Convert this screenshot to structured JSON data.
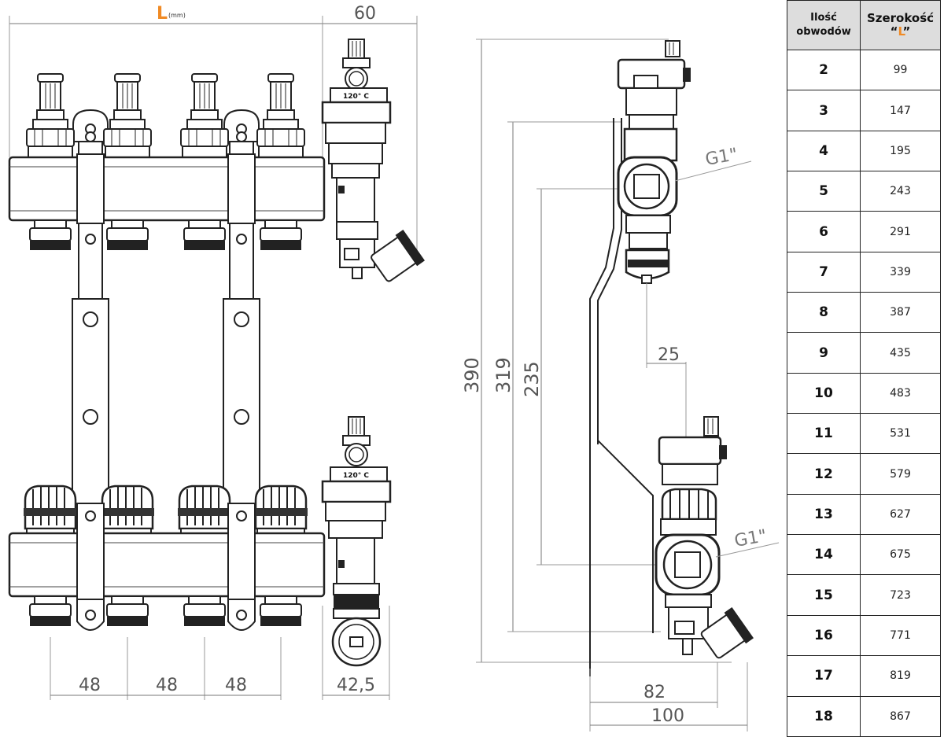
{
  "front_view": {
    "L_label": "L",
    "L_unit": "(mm)",
    "width_60": "60",
    "spacing": [
      "48",
      "48",
      "48"
    ],
    "width_42_5": "42,5",
    "temp_label": "120° C"
  },
  "side_view": {
    "h_390": "390",
    "h_319": "319",
    "h_235": "235",
    "d_25": "25",
    "d_82": "82",
    "d_100": "100",
    "thread_top": "G1\"",
    "thread_bottom": "G1\""
  },
  "table": {
    "header_circuits": [
      "Ilość",
      "obwodów"
    ],
    "header_width": "Szerokość",
    "header_L_quote_open": "“",
    "header_L": "L",
    "header_L_quote_close": "”",
    "rows": [
      {
        "n": "2",
        "l": "99"
      },
      {
        "n": "3",
        "l": "147"
      },
      {
        "n": "4",
        "l": "195"
      },
      {
        "n": "5",
        "l": "243"
      },
      {
        "n": "6",
        "l": "291"
      },
      {
        "n": "7",
        "l": "339"
      },
      {
        "n": "8",
        "l": "387"
      },
      {
        "n": "9",
        "l": "435"
      },
      {
        "n": "10",
        "l": "483"
      },
      {
        "n": "11",
        "l": "531"
      },
      {
        "n": "12",
        "l": "579"
      },
      {
        "n": "13",
        "l": "627"
      },
      {
        "n": "14",
        "l": "675"
      },
      {
        "n": "15",
        "l": "723"
      },
      {
        "n": "16",
        "l": "771"
      },
      {
        "n": "17",
        "l": "819"
      },
      {
        "n": "18",
        "l": "867"
      }
    ]
  }
}
